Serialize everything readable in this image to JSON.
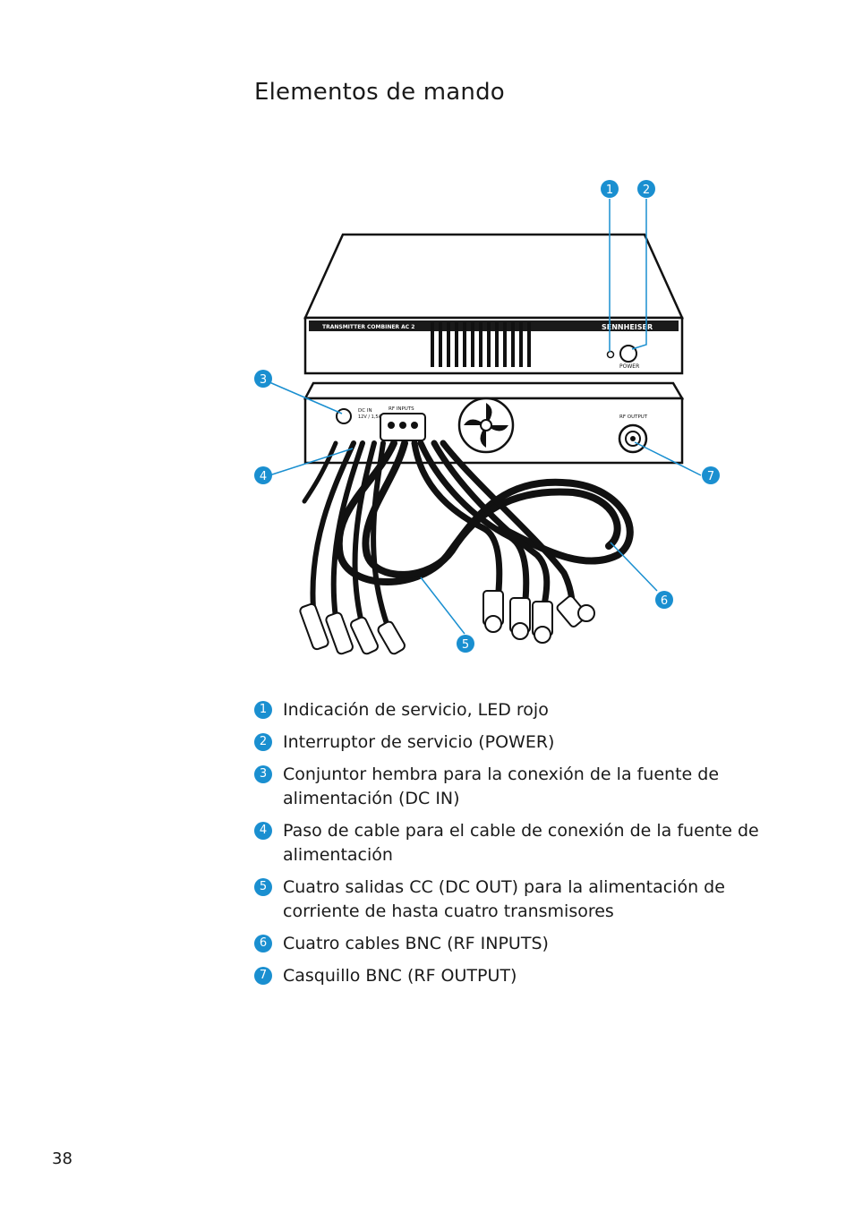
{
  "page": {
    "title": "Elementos de mando",
    "page_number": "38"
  },
  "device": {
    "model_label": "TRANSMITTER COMBINER AC 2",
    "brand": "SENNHEISER",
    "power_label": "POWER",
    "dc_in_label": "DC IN",
    "dc_in_rating": "12V / 1,5A",
    "rf_inputs_label": "RF INPUTS",
    "rf_output_label": "RF OUTPUT"
  },
  "callouts": [
    "1",
    "2",
    "3",
    "4",
    "5",
    "6",
    "7"
  ],
  "legend": [
    {
      "num": "1",
      "text": "Indicación de servicio, LED rojo"
    },
    {
      "num": "2",
      "text": "Interruptor de servicio (POWER)"
    },
    {
      "num": "3",
      "text": "Conjuntor hembra para la conexión de la fuente de alimentación (DC IN)"
    },
    {
      "num": "4",
      "text": "Paso de cable para el cable de conexión de la fuente de alimentación"
    },
    {
      "num": "5",
      "text": "Cuatro salidas CC (DC OUT) para la alimentación de corriente de hasta cuatro transmisores"
    },
    {
      "num": "6",
      "text": "Cuatro cables BNC (RF INPUTS)"
    },
    {
      "num": "7",
      "text": "Casquillo BNC (RF OUTPUT)"
    }
  ],
  "colors": {
    "accent": "#1a8fd0",
    "text": "#1a1a1a"
  }
}
